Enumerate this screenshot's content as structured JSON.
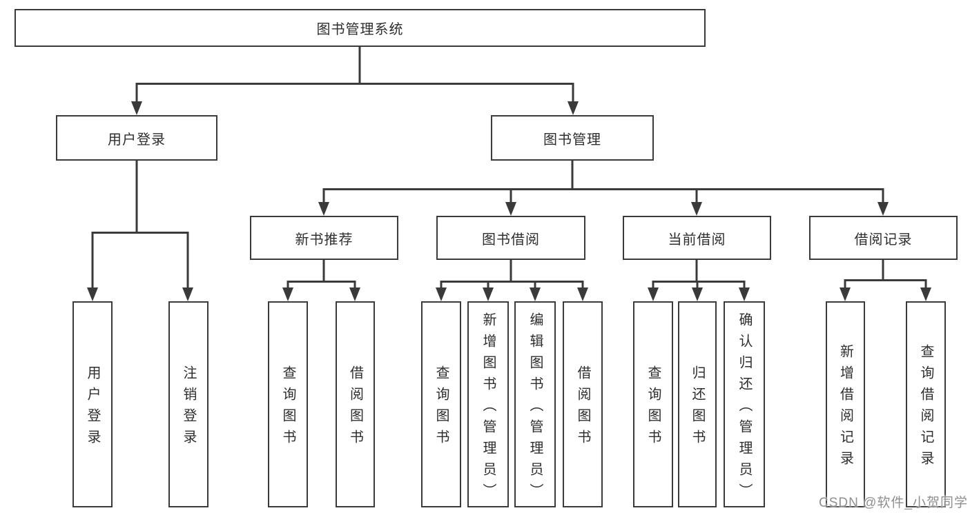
{
  "diagram": {
    "type": "hierarchy-tree",
    "root": {
      "label": "图书管理系统",
      "children": [
        {
          "label": "用户登录",
          "children": [
            {
              "label": "用户登录"
            },
            {
              "label": "注销登录"
            }
          ]
        },
        {
          "label": "图书管理",
          "children": [
            {
              "label": "新书推荐",
              "children": [
                {
                  "label": "查询图书"
                },
                {
                  "label": "借阅图书"
                }
              ]
            },
            {
              "label": "图书借阅",
              "children": [
                {
                  "label": "查询图书"
                },
                {
                  "label": "新增图书（管理员）"
                },
                {
                  "label": "编辑图书（管理员）"
                },
                {
                  "label": "借阅图书"
                }
              ]
            },
            {
              "label": "当前借阅",
              "children": [
                {
                  "label": "查询图书"
                },
                {
                  "label": "归还图书"
                },
                {
                  "label": "确认归还（管理员）"
                }
              ]
            },
            {
              "label": "借阅记录",
              "children": [
                {
                  "label": "新增借阅记录"
                },
                {
                  "label": "查询借阅记录"
                }
              ]
            }
          ]
        }
      ]
    },
    "colors": {
      "stroke": "#3a3a3a",
      "text": "#2e2e2e",
      "background": "#ffffff",
      "watermark_text": "#8e8e8e"
    }
  },
  "watermark": {
    "text": "CSDN @软件_小贺同学"
  }
}
